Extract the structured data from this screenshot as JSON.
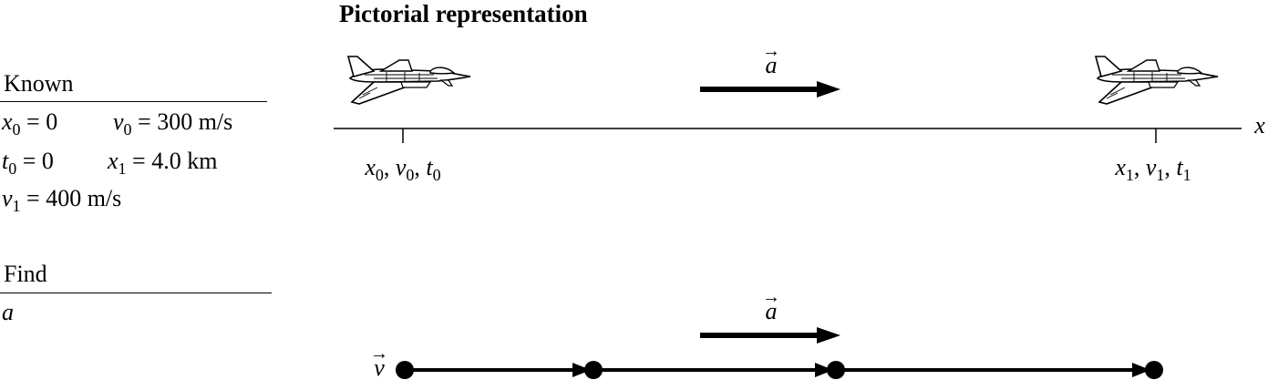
{
  "title": "Pictorial representation",
  "known": {
    "heading": "Known",
    "rows": [
      [
        {
          "sym": "x",
          "sub": "0",
          "rel": " = 0"
        },
        {
          "sym": "v",
          "sub": "0",
          "rel": " = 300 m/s"
        }
      ],
      [
        {
          "sym": "t",
          "sub": "0",
          "rel": " = 0"
        },
        {
          "sym": "x",
          "sub": "1",
          "rel": " = 4.0 km"
        }
      ],
      [
        {
          "sym": "v",
          "sub": "1",
          "rel": " = 400 m/s"
        }
      ]
    ]
  },
  "find": {
    "heading": "Find",
    "value": "a"
  },
  "diagram": {
    "axis_label": "x",
    "acceleration_symbol": "a",
    "velocity_symbol": "v",
    "vector_mark": "→",
    "point_labels": [
      {
        "parts": [
          {
            "sym": "x",
            "sub": "0"
          },
          {
            "sym": "v",
            "sub": "0"
          },
          {
            "sym": "t",
            "sub": "0"
          }
        ]
      },
      {
        "parts": [
          {
            "sym": "x",
            "sub": "1"
          },
          {
            "sym": "v",
            "sub": "1"
          },
          {
            "sym": "t",
            "sub": "1"
          }
        ]
      }
    ],
    "motion_diagram_dots": 4
  }
}
